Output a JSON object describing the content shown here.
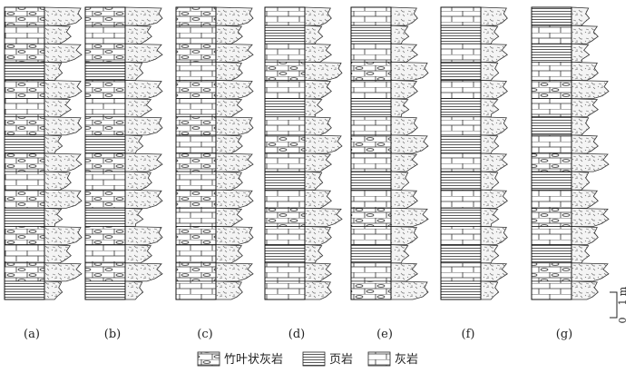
{
  "columns": [
    {
      "label": "(a)",
      "layers": [
        "zhuye",
        "limestone",
        "zhuye",
        "shale",
        "zhuye",
        "limestone",
        "zhuye",
        "shale",
        "zhuye",
        "limestone",
        "zhuye",
        "shale",
        "zhuye",
        "limestone",
        "zhuye",
        "shale"
      ]
    },
    {
      "label": "(b)",
      "layers": [
        "zhuye",
        "limestone",
        "zhuye",
        "shale",
        "zhuye",
        "limestone",
        "zhuye",
        "shale",
        "zhuye",
        "limestone",
        "zhuye",
        "shale",
        "zhuye",
        "limestone",
        "zhuye",
        "shale"
      ]
    },
    {
      "label": "(c)",
      "layers": [
        "zhuye",
        "limestone",
        "zhuye",
        "limestone",
        "zhuye",
        "limestone",
        "zhuye",
        "limestone",
        "zhuye",
        "limestone",
        "zhuye",
        "limestone",
        "zhuye",
        "limestone",
        "zhuye",
        "limestone"
      ]
    },
    {
      "label": "(d)",
      "layers": [
        "limestone",
        "shale",
        "limestone",
        "zhuye",
        "limestone",
        "shale",
        "limestone",
        "zhuye",
        "limestone",
        "shale",
        "limestone",
        "zhuye",
        "limestone",
        "shale",
        "limestone",
        "limestone"
      ]
    },
    {
      "label": "(e)",
      "layers": [
        "limestone",
        "shale",
        "limestone",
        "zhuye",
        "limestone",
        "shale",
        "limestone",
        "zhuye",
        "limestone",
        "shale",
        "limestone",
        "zhuye",
        "limestone",
        "shale",
        "limestone",
        "zhuye"
      ]
    },
    {
      "label": "(f)",
      "layers": [
        "limestone",
        "shale",
        "limestone",
        "shale",
        "limestone",
        "shale",
        "limestone",
        "shale",
        "limestone",
        "shale",
        "limestone",
        "shale",
        "limestone",
        "shale",
        "limestone",
        "shale"
      ]
    },
    {
      "label": "(g)",
      "layers": [
        "shale",
        "limestone",
        "shale",
        "limestone",
        "zhuye",
        "limestone",
        "shale",
        "limestone",
        "zhuye",
        "shale",
        "limestone",
        "zhuye",
        "limestone",
        "shale",
        "zhuye",
        "limestone"
      ]
    }
  ],
  "legend": [
    {
      "type": "zhuye",
      "label": "竹叶状灰岩"
    },
    {
      "type": "shale",
      "label": "页岩"
    },
    {
      "type": "limestone",
      "label": "灰岩"
    }
  ],
  "scale": {
    "zero": "0",
    "one": "1",
    "unit": "m"
  }
}
